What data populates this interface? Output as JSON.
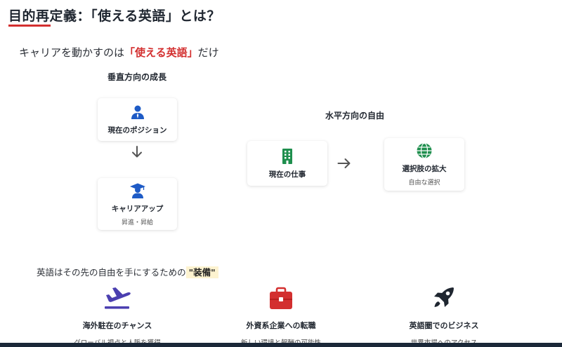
{
  "title": "目的再定義：「使える英語」とは？",
  "subtitle": {
    "prefix": "キャリアを動かすのは",
    "highlight": "「使える英語」",
    "suffix": "だけ"
  },
  "vertical": {
    "heading": "垂直方向の成長",
    "card_current": {
      "label": "現在のポジション",
      "icon": "person-icon"
    },
    "card_career": {
      "label": "キャリアアップ",
      "sub": "昇進・昇給",
      "icon": "graduation-cap-icon"
    }
  },
  "horizontal": {
    "heading": "水平方向の自由",
    "card_job": {
      "label": "現在の仕事",
      "icon": "building-icon"
    },
    "card_choice": {
      "label": "選択肢の拡大",
      "sub": "自由な選択",
      "icon": "globe-icon"
    }
  },
  "equip": {
    "prefix": "英語はその先の自由を手にするための",
    "tag": "\"装備\""
  },
  "benefits": [
    {
      "title": "海外駐在のチャンス",
      "sub": "グローバル視点と人脈を獲得",
      "icon": "airplane-icon"
    },
    {
      "title": "外資系企業への転職",
      "sub": "新しい環境と報酬の可能性",
      "icon": "briefcase-icon"
    },
    {
      "title": "英語圏でのビジネス",
      "sub": "世界市場へのアクセス",
      "icon": "rocket-icon"
    }
  ],
  "colors": {
    "accent_red": "#d32f2f",
    "icon_blue": "#1e5bc6",
    "icon_green": "#1f8f4e",
    "icon_purple": "#4b3fb0",
    "icon_dark": "#1f2630",
    "highlight_bg": "#fdf3d0"
  }
}
